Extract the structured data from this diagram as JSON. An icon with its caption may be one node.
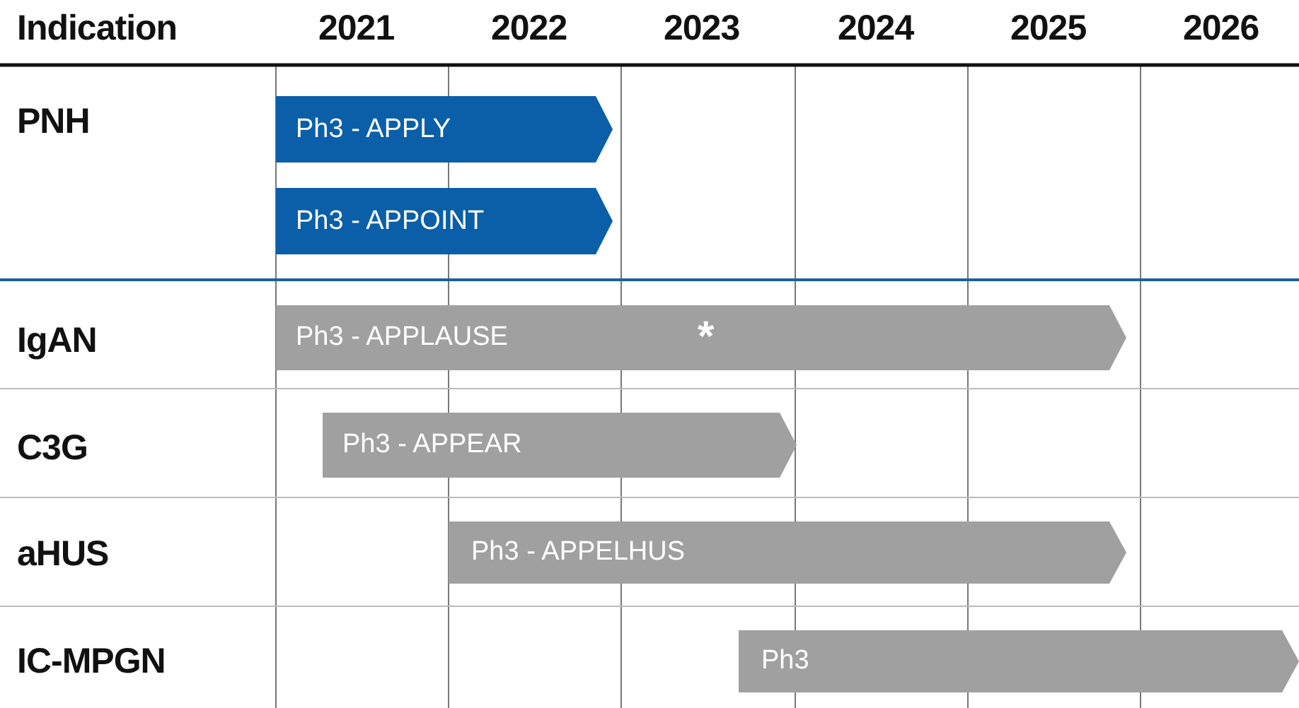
{
  "diagram": {
    "nodes": [
      {
        "text": [
          "Ph3 - APPLY"
        ]
      },
      {
        "text": [
          "Ph3 - APPOINT"
        ]
      },
      {
        "text": [
          "Ph3 - APPLAUSE",
          "*"
        ]
      },
      {
        "text": [
          "Ph3 - APPEAR"
        ]
      },
      {
        "text": [
          "Ph3 - APPELHUS"
        ]
      },
      {
        "text": [
          "Ph3"
        ]
      }
    ],
    "labels": [
      "Indication",
      "2021",
      "2022",
      "2023",
      "2024",
      "2025",
      "2026",
      "PNH",
      "IgAN",
      "C3G",
      "aHUS",
      "IC-MPGN"
    ]
  }
}
